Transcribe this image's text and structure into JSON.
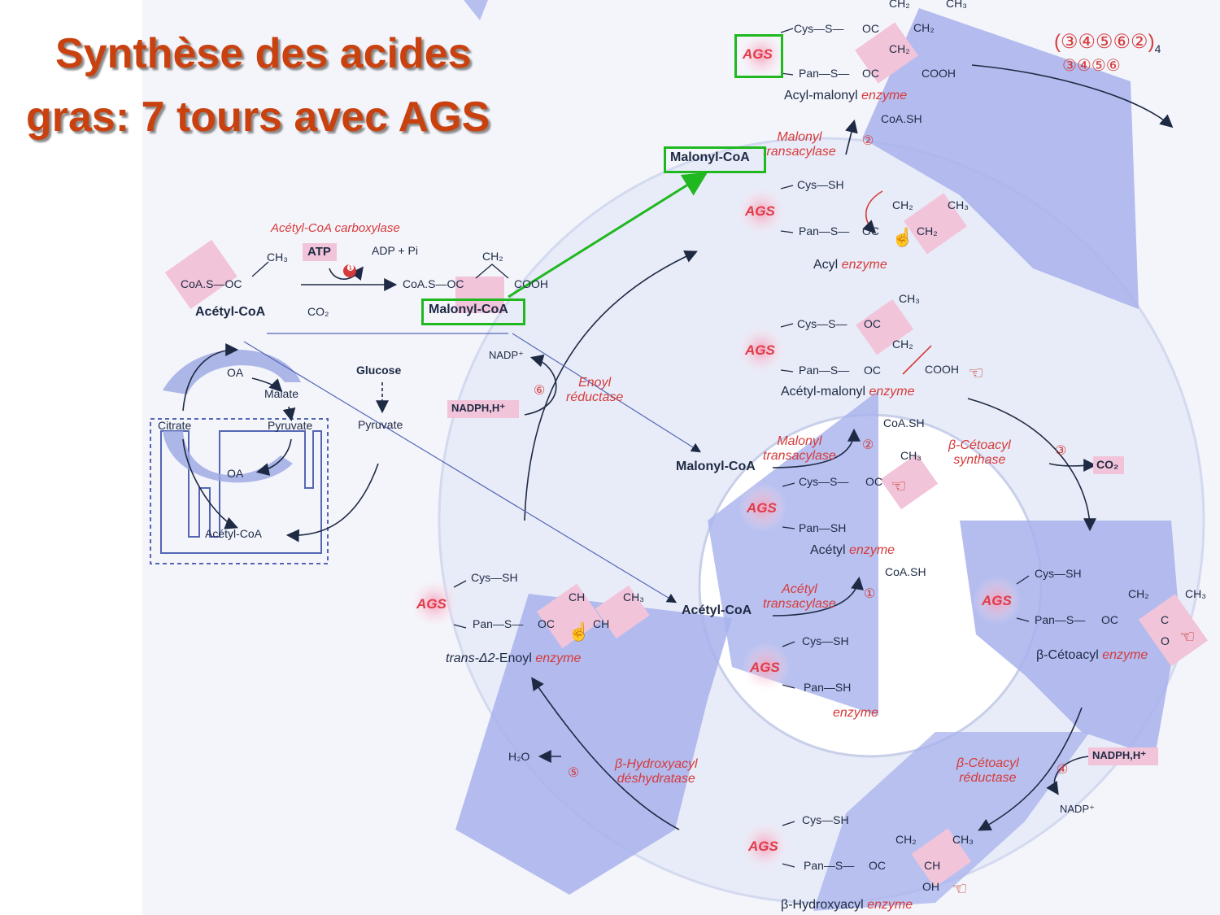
{
  "title": {
    "line1": "Synthèse des acides",
    "line2": "gras: 7 tours avec AGS"
  },
  "formula": {
    "top": "(③④⑤⑥②)",
    "subscript": "4",
    "bottom": "③④⑤⑥"
  },
  "ags_label": "AGS",
  "left": {
    "enzyme": "Acétyl-CoA carboxylase",
    "atp": "ATP",
    "adp": "ADP + Pi",
    "step1": "❶",
    "co2": "CO₂",
    "acetyl_coa_formula": "CoA.S—OC",
    "acetyl_ch3": "CH₃",
    "acetyl_coa_label": "Acétyl-CoA",
    "malonyl_formula": "CoA.S—OC",
    "malonyl_ch2": "CH₂",
    "malonyl_cooh": "COOH",
    "malonyl_coa_label": "Malonyl-CoA",
    "nadp": "NADP⁺",
    "nadph": "NADPH,H⁺",
    "step6": "⑥",
    "enoyl_reductase": "Enoyl\nréductase",
    "glucose": "Glucose",
    "pyruvate": "Pyruvate",
    "mito_oa_top": "OA",
    "mito_malate": "Malate",
    "mito_citrate": "Citrate",
    "mito_pyruvate": "Pyruvate",
    "mito_oa_bottom": "OA",
    "mito_acetyl": "Acétyl-CoA"
  },
  "top": {
    "malonyl_coa_box": "Malonyl-CoA",
    "malonyl_transacylase": "Malonyl\ntransacylase",
    "step2": "②",
    "coash": "CoA.SH",
    "acyl_malonyl_label": "Acyl-malonyl",
    "acyl_label": "Acyl",
    "enzyme_word": "enzyme"
  },
  "center": {
    "acetyl_malonyl_label": "Acétyl-malonyl",
    "malonyl_coa": "Malonyl-CoA",
    "malonyl_transacylase": "Malonyl\ntransacylase",
    "step2": "②",
    "coash": "CoA.SH",
    "acetyl_enzyme": "Acétyl",
    "acetyl_coa": "Acétyl-CoA",
    "acetyl_transacylase": "Acétyl\ntransacylase",
    "step1": "①",
    "coash2": "CoA.SH",
    "enzyme_label": "enzyme"
  },
  "right": {
    "cetoacyl_synthase": "β-Cétoacyl\nsynthase",
    "step3": "③",
    "co2": "CO₂",
    "cetoacyl_label": "β-Cétoacyl",
    "cetoacyl_reductase": "β-Cétoacyl\nréductase",
    "step4": "④",
    "nadph": "NADPH,H⁺",
    "nadp": "NADP⁺"
  },
  "bottom": {
    "hydroxyacyl_label": "β-Hydroxyacyl",
    "dehydratase": "β-Hydroxyacyl\ndéshydratase",
    "step5": "⑤",
    "h2o": "H₂O",
    "enoyl_prefix": "trans-Δ2-",
    "enoyl_label": "Enoyl"
  },
  "chem": {
    "cys_s": "Cys—S—",
    "cys_sh": "Cys—SH",
    "pan_s": "Pan—S—",
    "pan_sh": "Pan—SH",
    "oc": "OC",
    "ch2": "CH₂",
    "ch3": "CH₃",
    "ch": "CH",
    "cooh": "COOH",
    "oh": "OH",
    "o": "O",
    "c": "C"
  },
  "colors": {
    "title": "#c9410f",
    "enzyme_red": "#d63a3a",
    "highlight_green": "#1fb81f",
    "arrow_blue": "#8a96e0"
  }
}
